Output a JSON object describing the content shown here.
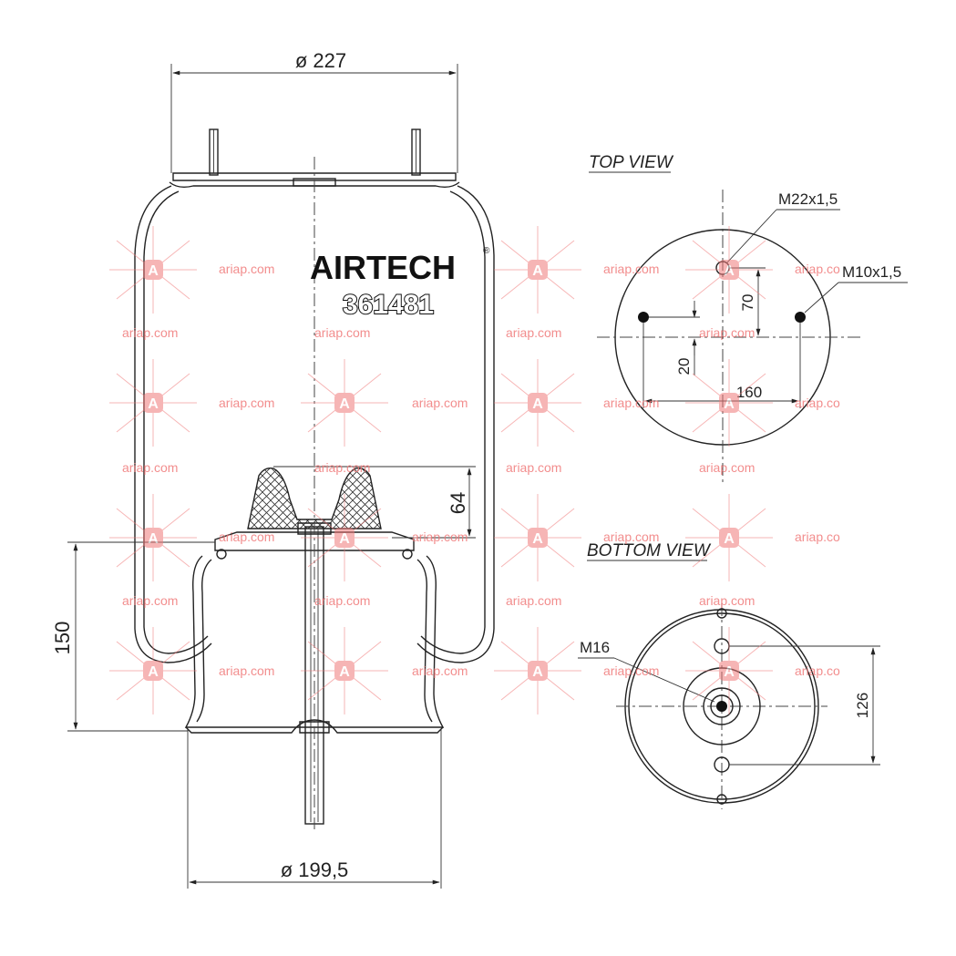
{
  "side_view": {
    "top_diameter": "ø 227",
    "bottom_diameter": "ø 199,5",
    "height_150": "150",
    "height_64": "64",
    "brand": "AIRTECH",
    "part_number": "361481"
  },
  "top_view": {
    "title": "TOP VIEW",
    "thread_center": "M22x1,5",
    "thread_side": "M10x1,5",
    "dim_70": "70",
    "dim_20": "20",
    "dim_160": "160"
  },
  "bottom_view": {
    "title": "BOTTOM VIEW",
    "thread": "M16",
    "dim_126": "126"
  },
  "watermark": {
    "text": "ariap.com",
    "text_cut": "ariap.co",
    "logo_letter": "A",
    "color": "#f07a7a"
  }
}
